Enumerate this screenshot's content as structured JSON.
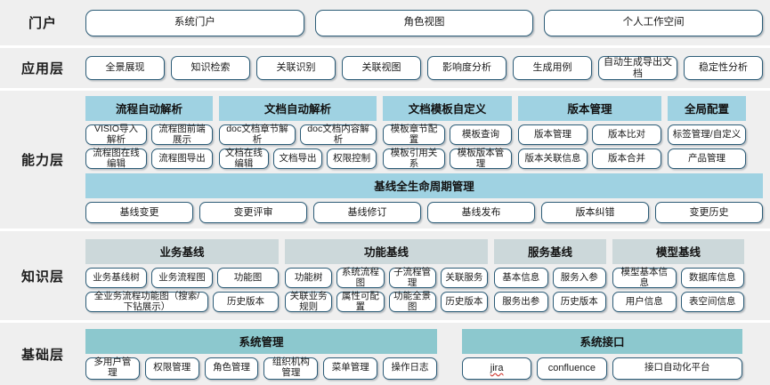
{
  "layers": [
    {
      "id": "portal",
      "label": "门户",
      "nodes": [
        "系统门户",
        "角色视图",
        "个人工作空间"
      ]
    },
    {
      "id": "application",
      "label": "应用层",
      "nodes": [
        "全景展现",
        "知识检索",
        "关联识别",
        "关联视图",
        "影响度分析",
        "生成用例",
        "自动生成导出文档",
        "稳定性分析"
      ]
    },
    {
      "id": "capability",
      "label": "能力层",
      "groups": [
        {
          "title": "流程自动解析",
          "rows": [
            [
              "VISIO导入解析",
              "流程图前端展示"
            ],
            [
              "流程图在线编辑",
              "流程图导出"
            ]
          ]
        },
        {
          "title": "文档自动解析",
          "rows": [
            [
              "doc文档章节解析",
              "doc文档内容解析"
            ],
            [
              "文档在线编辑",
              "文档导出",
              "权限控制"
            ]
          ]
        },
        {
          "title": "文档模板自定义",
          "rows": [
            [
              "模板章节配置",
              "模板查询"
            ],
            [
              "模板引用关系",
              "模板版本管理"
            ]
          ]
        },
        {
          "title": "版本管理",
          "rows": [
            [
              "版本管理",
              "版本比对"
            ],
            [
              "版本关联信息",
              "版本合并"
            ]
          ]
        },
        {
          "title": "全局配置",
          "rows": [
            [
              "标签管理/自定义"
            ],
            [
              "产品管理"
            ]
          ]
        }
      ],
      "baseline": {
        "title": "基线全生命周期管理",
        "nodes": [
          "基线变更",
          "变更评审",
          "基线修订",
          "基线发布",
          "版本纠错",
          "变更历史"
        ]
      }
    },
    {
      "id": "knowledge",
      "label": "知识层",
      "groups": [
        {
          "title": "业务基线",
          "rows": [
            [
              "业务基线树",
              "业务流程图",
              "功能图"
            ],
            [
              "全业务流程功能图（搜索/下钻展示）",
              "历史版本"
            ]
          ]
        },
        {
          "title": "功能基线",
          "rows": [
            [
              "功能树",
              "系统流程图",
              "子流程管理",
              "关联服务"
            ],
            [
              "关联业务规则",
              "属性可配置",
              "功能全景图",
              "历史版本"
            ]
          ]
        },
        {
          "title": "服务基线",
          "rows": [
            [
              "基本信息",
              "服务入参"
            ],
            [
              "服务出参",
              "历史版本"
            ]
          ]
        },
        {
          "title": "模型基线",
          "rows": [
            [
              "模型基本信息",
              "数据库信息"
            ],
            [
              "用户信息",
              "表空间信息"
            ]
          ]
        }
      ]
    },
    {
      "id": "foundation",
      "label": "基础层",
      "groups": [
        {
          "title": "系统管理",
          "rows": [
            [
              "多用户管理",
              "权限管理",
              "角色管理",
              "组织机构管理",
              "菜单管理",
              "操作日志"
            ]
          ]
        },
        {
          "title": "系统接口",
          "rows": [
            [
              "jira",
              "confluence",
              "接口自动化平台"
            ]
          ]
        }
      ]
    }
  ],
  "colors": {
    "node_border": "#2c5c77",
    "group_header_blue": "#9fd2e2",
    "group_header_gray": "#ccd8da",
    "group_header_teal": "#8cc8ce",
    "layer_background": "#efefef",
    "spellcheck_underline": "#d03b34"
  }
}
